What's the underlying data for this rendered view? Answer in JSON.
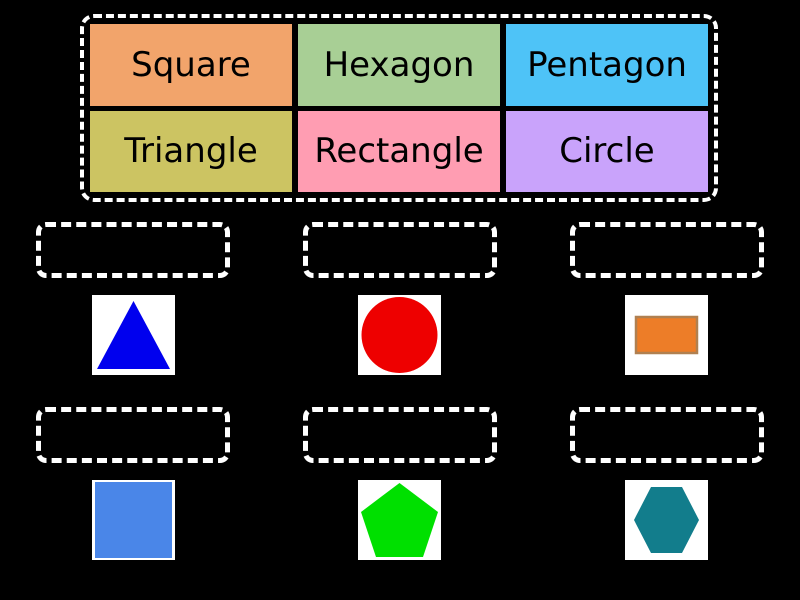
{
  "page": {
    "background_color": "#000000",
    "type": "drag-and-drop-shape-matching-quiz"
  },
  "tile_bank": {
    "border_color": "#ffffff",
    "tiles": [
      {
        "label": "Square",
        "color": "#f2a濃"
      },
      {
        "label": "Hexagon",
        "color": "#a8cf95"
      },
      {
        "label": "Pentagon",
        "color": "#4ec3f7"
      },
      {
        "label": "Triangle",
        "color": "#ccc462"
      },
      {
        "label": "Rectangle",
        "color": "#ff9db2"
      },
      {
        "label": "Circle",
        "color": "#c9a3fb"
      }
    ],
    "tile_colors": [
      "#f2a濃",
      "#a8cf95",
      "#4ec3f7",
      "#ccc462",
      "#ff9db2",
      "#c9a3fb"
    ],
    "text_color": "#000000"
  },
  "answer_rows": [
    {
      "row_index": 1,
      "slots": [
        {
          "dropzone_label": "",
          "shape": "triangle",
          "shape_color": "#0000ee",
          "card_background": "#ffffff"
        },
        {
          "dropzone_label": "",
          "shape": "circle",
          "shape_color": "#ee0000",
          "card_background": "#ffffff"
        },
        {
          "dropzone_label": "",
          "shape": "rectangle",
          "shape_color": "#ed7d28",
          "card_background": "#ffffff"
        }
      ]
    },
    {
      "row_index": 2,
      "slots": [
        {
          "dropzone_label": "",
          "shape": "square",
          "shape_color": "#4a86e8",
          "card_background": "#ffffff"
        },
        {
          "dropzone_label": "",
          "shape": "pentagon",
          "shape_color": "#00e000",
          "card_background": "#ffffff"
        },
        {
          "dropzone_label": "",
          "shape": "hexagon",
          "shape_color": "#127d8c",
          "card_background": "#ffffff"
        }
      ]
    }
  ],
  "colors": {
    "background": "#000000",
    "dashed_border": "#ffffff",
    "card_background": "#ffffff",
    "tile_text": "#000000",
    "orange_tile": "#f2a濃",
    "green_tile": "#a8cf95",
    "cyan_tile": "#4ec3f7",
    "olive_tile": "#ccc462",
    "pink_tile": "#ff9db2",
    "violet_tile": "#c9a3fb",
    "triangle": "#0000ee",
    "circle": "#ee0000",
    "rectangle": "#ed7d28",
    "rectangle_border": "#b08050",
    "square": "#4a86e8",
    "pentagon": "#00e000",
    "hexagon": "#127d8c"
  }
}
